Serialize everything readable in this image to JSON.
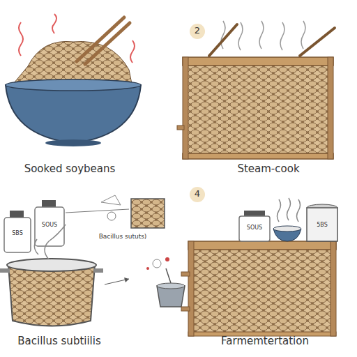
{
  "diagram": {
    "labels": [
      "Sooked soybeans",
      "2",
      "Steam-cook",
      "4",
      "Bacillus sututs)",
      "Bacillus subtiilis",
      "Farmemtertation",
      "SBS",
      "SOUS",
      "SOUS",
      "5BS"
    ]
  }
}
